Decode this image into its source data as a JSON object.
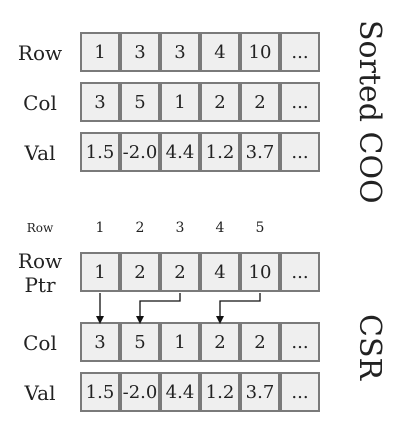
{
  "coo": {
    "title": "Sorted COO",
    "rows": [
      {
        "label": "Row",
        "values": [
          "1",
          "3",
          "3",
          "4",
          "10",
          "..."
        ]
      },
      {
        "label": "Col",
        "values": [
          "3",
          "5",
          "1",
          "2",
          "2",
          "..."
        ]
      },
      {
        "label": "Val",
        "values": [
          "1.5",
          "-2.0",
          "4.4",
          "1.2",
          "3.7",
          "..."
        ]
      }
    ]
  },
  "csr": {
    "title": "CSR",
    "row_index_label": "Row",
    "row_index_numbers": [
      "1",
      "2",
      "3",
      "4",
      "5"
    ],
    "rowptr_label_line1": "Row",
    "rowptr_label_line2": "Ptr",
    "rowptr_values": [
      "1",
      "2",
      "2",
      "4",
      "10",
      "..."
    ],
    "col_label": "Col",
    "col_values": [
      "3",
      "5",
      "1",
      "2",
      "2",
      "..."
    ],
    "val_label": "Val",
    "val_values": [
      "1.5",
      "-2.0",
      "4.4",
      "1.2",
      "3.7",
      "..."
    ],
    "pointer_arrows": [
      {
        "from_index": 0,
        "to_index": 0
      },
      {
        "from_index": [
          1,
          2
        ],
        "to_index": 1
      },
      {
        "from_index": [
          3,
          4
        ],
        "to_index": 3
      }
    ]
  }
}
